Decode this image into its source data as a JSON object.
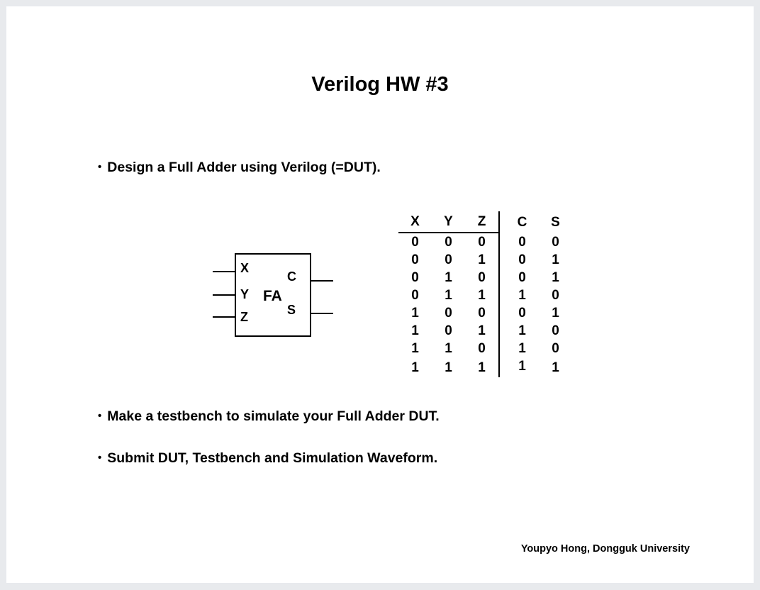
{
  "slide": {
    "title": "Verilog HW #3",
    "background_color": "#ffffff",
    "canvas_color": "#e8eaed",
    "text_color": "#000000"
  },
  "bullets": [
    {
      "marker": "•",
      "text": "Design a Full Adder using Verilog (=DUT)."
    },
    {
      "marker": "•",
      "text": "Make a testbench to simulate your Full Adder DUT."
    },
    {
      "marker": "•",
      "text": "Submit DUT, Testbench and Simulation Waveform."
    }
  ],
  "diagram": {
    "block_label": "FA",
    "inputs": [
      {
        "label": "X"
      },
      {
        "label": "Y"
      },
      {
        "label": "Z"
      }
    ],
    "outputs": [
      {
        "label": "C"
      },
      {
        "label": "S"
      }
    ]
  },
  "truth_table": {
    "input_headers": [
      "X",
      "Y",
      "Z"
    ],
    "output_headers": [
      "C",
      "S"
    ],
    "rows": [
      {
        "inputs": [
          "0",
          "0",
          "0"
        ],
        "outputs": [
          "0",
          "0"
        ]
      },
      {
        "inputs": [
          "0",
          "0",
          "1"
        ],
        "outputs": [
          "0",
          "1"
        ]
      },
      {
        "inputs": [
          "0",
          "1",
          "0"
        ],
        "outputs": [
          "0",
          "1"
        ]
      },
      {
        "inputs": [
          "0",
          "1",
          "1"
        ],
        "outputs": [
          "1",
          "0"
        ]
      },
      {
        "inputs": [
          "1",
          "0",
          "0"
        ],
        "outputs": [
          "0",
          "1"
        ]
      },
      {
        "inputs": [
          "1",
          "0",
          "1"
        ],
        "outputs": [
          "1",
          "0"
        ]
      },
      {
        "inputs": [
          "1",
          "1",
          "0"
        ],
        "outputs": [
          "1",
          "0"
        ]
      },
      {
        "inputs": [
          "1",
          "1",
          "1"
        ],
        "outputs": [
          "1",
          "1"
        ]
      }
    ]
  },
  "footer": {
    "text": "Youpyo Hong, Dongguk University"
  }
}
